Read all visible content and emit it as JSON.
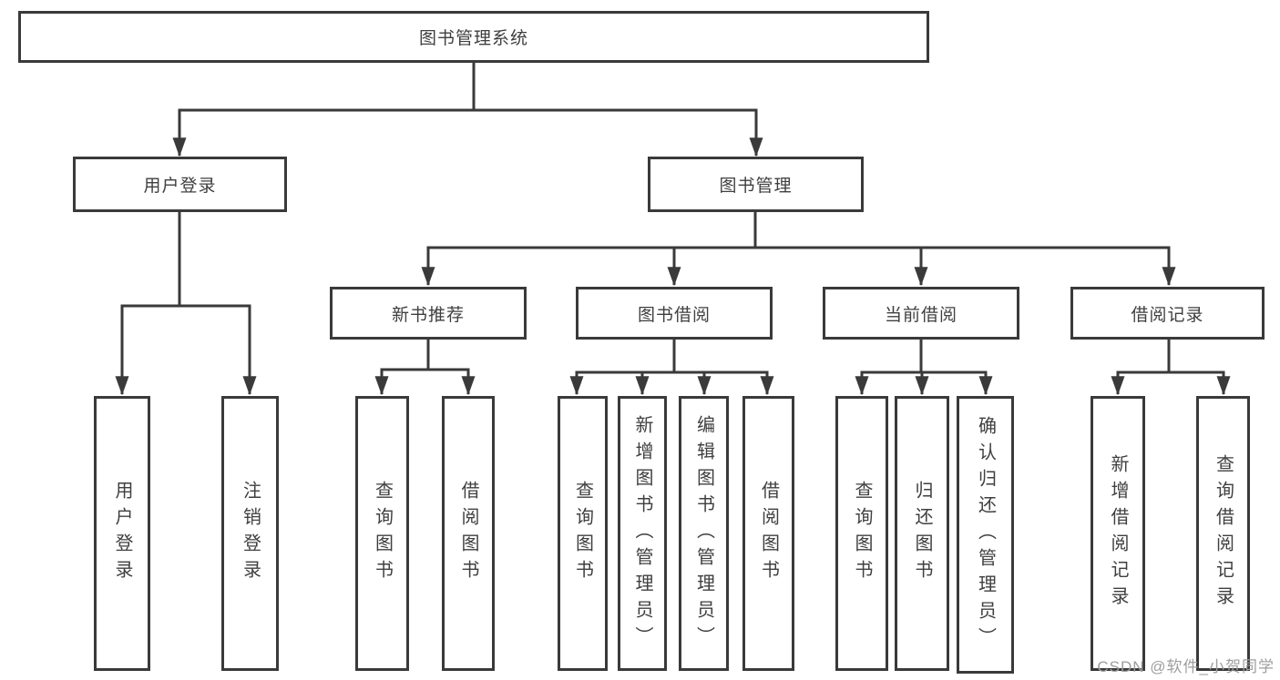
{
  "diagram_title": "图书管理系统",
  "tree": {
    "label": "图书管理系统",
    "children": [
      {
        "label": "用户登录",
        "children": [
          {
            "label": "用户登录"
          },
          {
            "label": "注销登录"
          }
        ]
      },
      {
        "label": "图书管理",
        "children": [
          {
            "label": "新书推荐",
            "children": [
              {
                "label": "查询图书"
              },
              {
                "label": "借阅图书"
              }
            ]
          },
          {
            "label": "图书借阅",
            "children": [
              {
                "label": "查询图书"
              },
              {
                "label": "新增图书（管理员）"
              },
              {
                "label": "编辑图书（管理员）"
              },
              {
                "label": "借阅图书"
              }
            ]
          },
          {
            "label": "当前借阅",
            "children": [
              {
                "label": "查询图书"
              },
              {
                "label": "归还图书"
              },
              {
                "label": "确认归还（管理员）"
              }
            ]
          },
          {
            "label": "借阅记录",
            "children": [
              {
                "label": "新增借阅记录"
              },
              {
                "label": "查询借阅记录"
              }
            ]
          }
        ]
      }
    ]
  },
  "watermark": {
    "text": "CSDN @软件_小贺同学"
  },
  "colors": {
    "line": "#3a3a3a",
    "box_border": "#3a3a3a",
    "text": "#3f3f3f",
    "watermark": "#9e9e9e",
    "background": "#ffffff"
  }
}
